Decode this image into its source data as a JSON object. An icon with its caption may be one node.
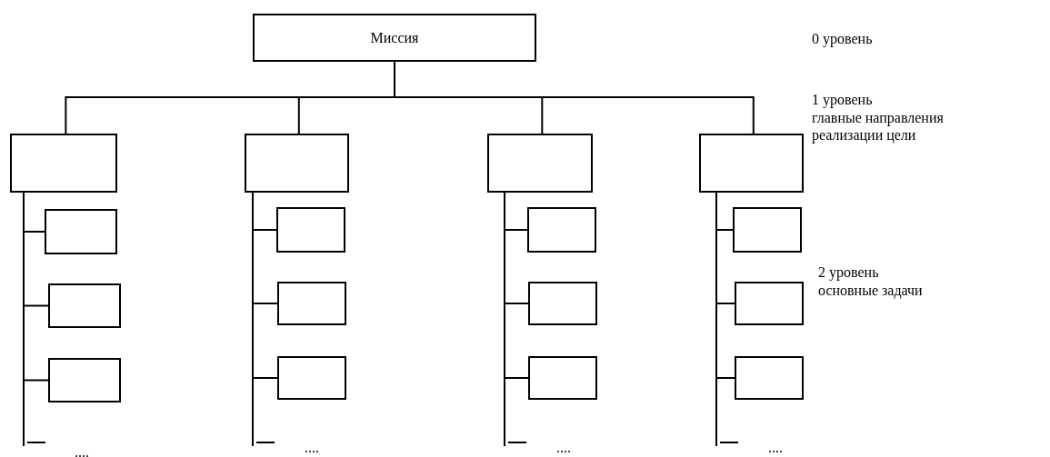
{
  "diagram": {
    "nodes": [
      {
        "text": [
          "Миссия"
        ]
      },
      {
        "text": [],
        "shape": "box"
      },
      {
        "text": [],
        "shape": "box"
      },
      {
        "text": [],
        "shape": "box"
      },
      {
        "text": [],
        "shape": "box"
      },
      {
        "text": [],
        "shape": "box"
      },
      {
        "text": [],
        "shape": "box"
      },
      {
        "text": [],
        "shape": "box"
      },
      {
        "text": [],
        "shape": "box"
      },
      {
        "text": [],
        "shape": "box"
      },
      {
        "text": [],
        "shape": "box"
      },
      {
        "text": [],
        "shape": "box"
      },
      {
        "text": [],
        "shape": "box"
      },
      {
        "text": [],
        "shape": "box"
      },
      {
        "text": [],
        "shape": "box"
      },
      {
        "text": [],
        "shape": "box"
      },
      {
        "text": [],
        "shape": "box"
      }
    ],
    "edges": [
      {
        "from": 0,
        "to": 1,
        "arrow": "none"
      },
      {
        "from": 0,
        "to": 2,
        "arrow": "none"
      },
      {
        "from": 0,
        "to": 3,
        "arrow": "none"
      },
      {
        "from": 0,
        "to": 4,
        "arrow": "none"
      },
      {
        "from": 1,
        "to": 5,
        "arrow": "none"
      },
      {
        "from": 1,
        "to": 6,
        "arrow": "none"
      },
      {
        "from": 1,
        "to": 7,
        "arrow": "none"
      },
      {
        "from": 1,
        "to": null,
        "arrow": "none"
      },
      {
        "from": 2,
        "to": 8,
        "arrow": "none"
      },
      {
        "from": 2,
        "to": 9,
        "arrow": "none"
      },
      {
        "from": 2,
        "to": 10,
        "arrow": "none"
      },
      {
        "from": 2,
        "to": null,
        "arrow": "none"
      },
      {
        "from": 3,
        "to": 11,
        "arrow": "none"
      },
      {
        "from": 3,
        "to": 12,
        "arrow": "none"
      },
      {
        "from": 3,
        "to": 13,
        "arrow": "none"
      },
      {
        "from": 3,
        "to": null,
        "arrow": "none"
      },
      {
        "from": 4,
        "to": 14,
        "arrow": "none"
      },
      {
        "from": 4,
        "to": 15,
        "arrow": "none"
      },
      {
        "from": 4,
        "to": 16,
        "arrow": "none"
      },
      {
        "from": 4,
        "to": null,
        "arrow": "none"
      }
    ],
    "labels": [
      "0 уровень",
      "1 уровень",
      "главные направления реализации цели",
      "2 уровень",
      "основные задачи",
      "....",
      "....",
      "....",
      "...."
    ]
  }
}
